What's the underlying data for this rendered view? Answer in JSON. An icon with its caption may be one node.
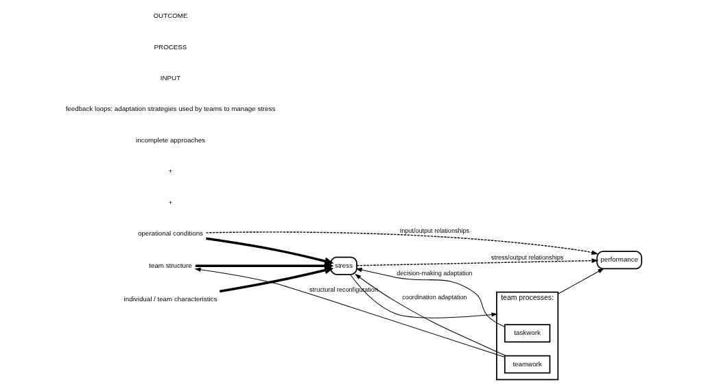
{
  "diagram": {
    "nodes": [
      {
        "text": [
          "operational conditions"
        ]
      },
      {
        "text": [
          "individual / team characteristics"
        ]
      },
      {
        "text": [
          "team structure"
        ]
      },
      {
        "text": [
          "stress"
        ]
      },
      {
        "text": [
          "team processes:"
        ]
      },
      {
        "text": [
          "taskwork"
        ],
        "in": 4
      },
      {
        "text": [
          "teamwork"
        ],
        "in": 4
      },
      {
        "text": [
          "performance"
        ]
      }
    ],
    "edges": [
      {
        "from": 0,
        "to": 3,
        "arrow": "to",
        "style": "thick"
      },
      {
        "from": 1,
        "to": 3,
        "arrow": "to",
        "style": "thick"
      },
      {
        "from": 2,
        "to": 3,
        "arrow": "to",
        "style": "thick"
      },
      {
        "from": 3,
        "to": 4,
        "arrow": "to"
      },
      {
        "from": 4,
        "to": 7,
        "arrow": "to"
      },
      {
        "from": 0,
        "to": 7,
        "arrow": "to",
        "style": "dashed",
        "label": "Input/output relationships"
      },
      {
        "from": 3,
        "to": 7,
        "arrow": "to",
        "style": "dashed",
        "label": "stress/output relationships"
      },
      {
        "from": 5,
        "to": 3,
        "arrow": "to",
        "label": "decision-making adaptation"
      },
      {
        "from": 6,
        "to": 3,
        "arrow": "to",
        "label": "coordination adaptation"
      },
      {
        "from": 6,
        "to": 2,
        "arrow": "to",
        "label": "structural reconfiguration"
      }
    ],
    "labels": [
      "+",
      "+",
      "incomplete approaches",
      "feedback loops: adaptation strategies used by teams to manage stress",
      "INPUT",
      "PROCESS",
      "OUTCOME"
    ]
  }
}
